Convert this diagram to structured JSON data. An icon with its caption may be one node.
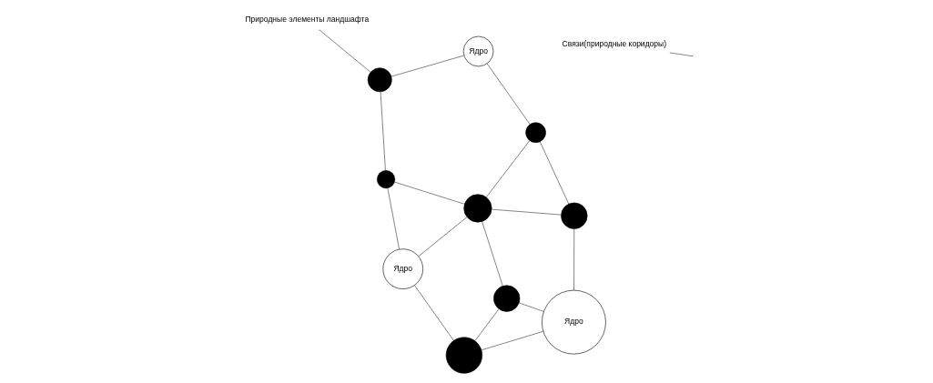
{
  "diagram": {
    "nodes": [
      {
        "text": [
          "Природные элементы ландшафта"
        ]
      },
      {
        "text": [],
        "shape": "circle"
      },
      {
        "text": [
          "Ядро"
        ]
      },
      {
        "text": [],
        "shape": "circle"
      },
      {
        "text": [],
        "shape": "circle"
      },
      {
        "text": [
          "Ядро"
        ]
      },
      {
        "text": [],
        "shape": "circle"
      },
      {
        "text": [],
        "shape": "circle"
      },
      {
        "text": [],
        "shape": "circle"
      },
      {
        "text": [
          "Ядро"
        ]
      },
      {
        "text": [],
        "shape": "circle"
      },
      {
        "text": [
          "Связи(природные коридоры)"
        ]
      }
    ],
    "edges": [
      {
        "from": 0,
        "to": 1,
        "arrow": "none"
      },
      {
        "from": 1,
        "to": 2,
        "arrow": "none"
      },
      {
        "from": 1,
        "to": 10,
        "arrow": "none"
      },
      {
        "from": 2,
        "to": 3,
        "arrow": "none"
      },
      {
        "from": 3,
        "to": 4,
        "arrow": "none"
      },
      {
        "from": 3,
        "to": 7,
        "arrow": "none"
      },
      {
        "from": 4,
        "to": 7,
        "arrow": "none"
      },
      {
        "from": 4,
        "to": 5,
        "arrow": "none"
      },
      {
        "from": 7,
        "to": 6,
        "arrow": "none"
      },
      {
        "from": 6,
        "to": 5,
        "arrow": "none"
      },
      {
        "from": 6,
        "to": 8,
        "arrow": "none"
      },
      {
        "from": 8,
        "to": 5,
        "arrow": "none"
      },
      {
        "from": 7,
        "to": 9,
        "arrow": "none"
      },
      {
        "from": 9,
        "to": 8,
        "arrow": "none"
      },
      {
        "from": 10,
        "to": 7,
        "arrow": "none"
      },
      {
        "from": 10,
        "to": 9,
        "arrow": "none"
      },
      {
        "from": 11,
        "to": null,
        "arrow": "none"
      }
    ]
  }
}
